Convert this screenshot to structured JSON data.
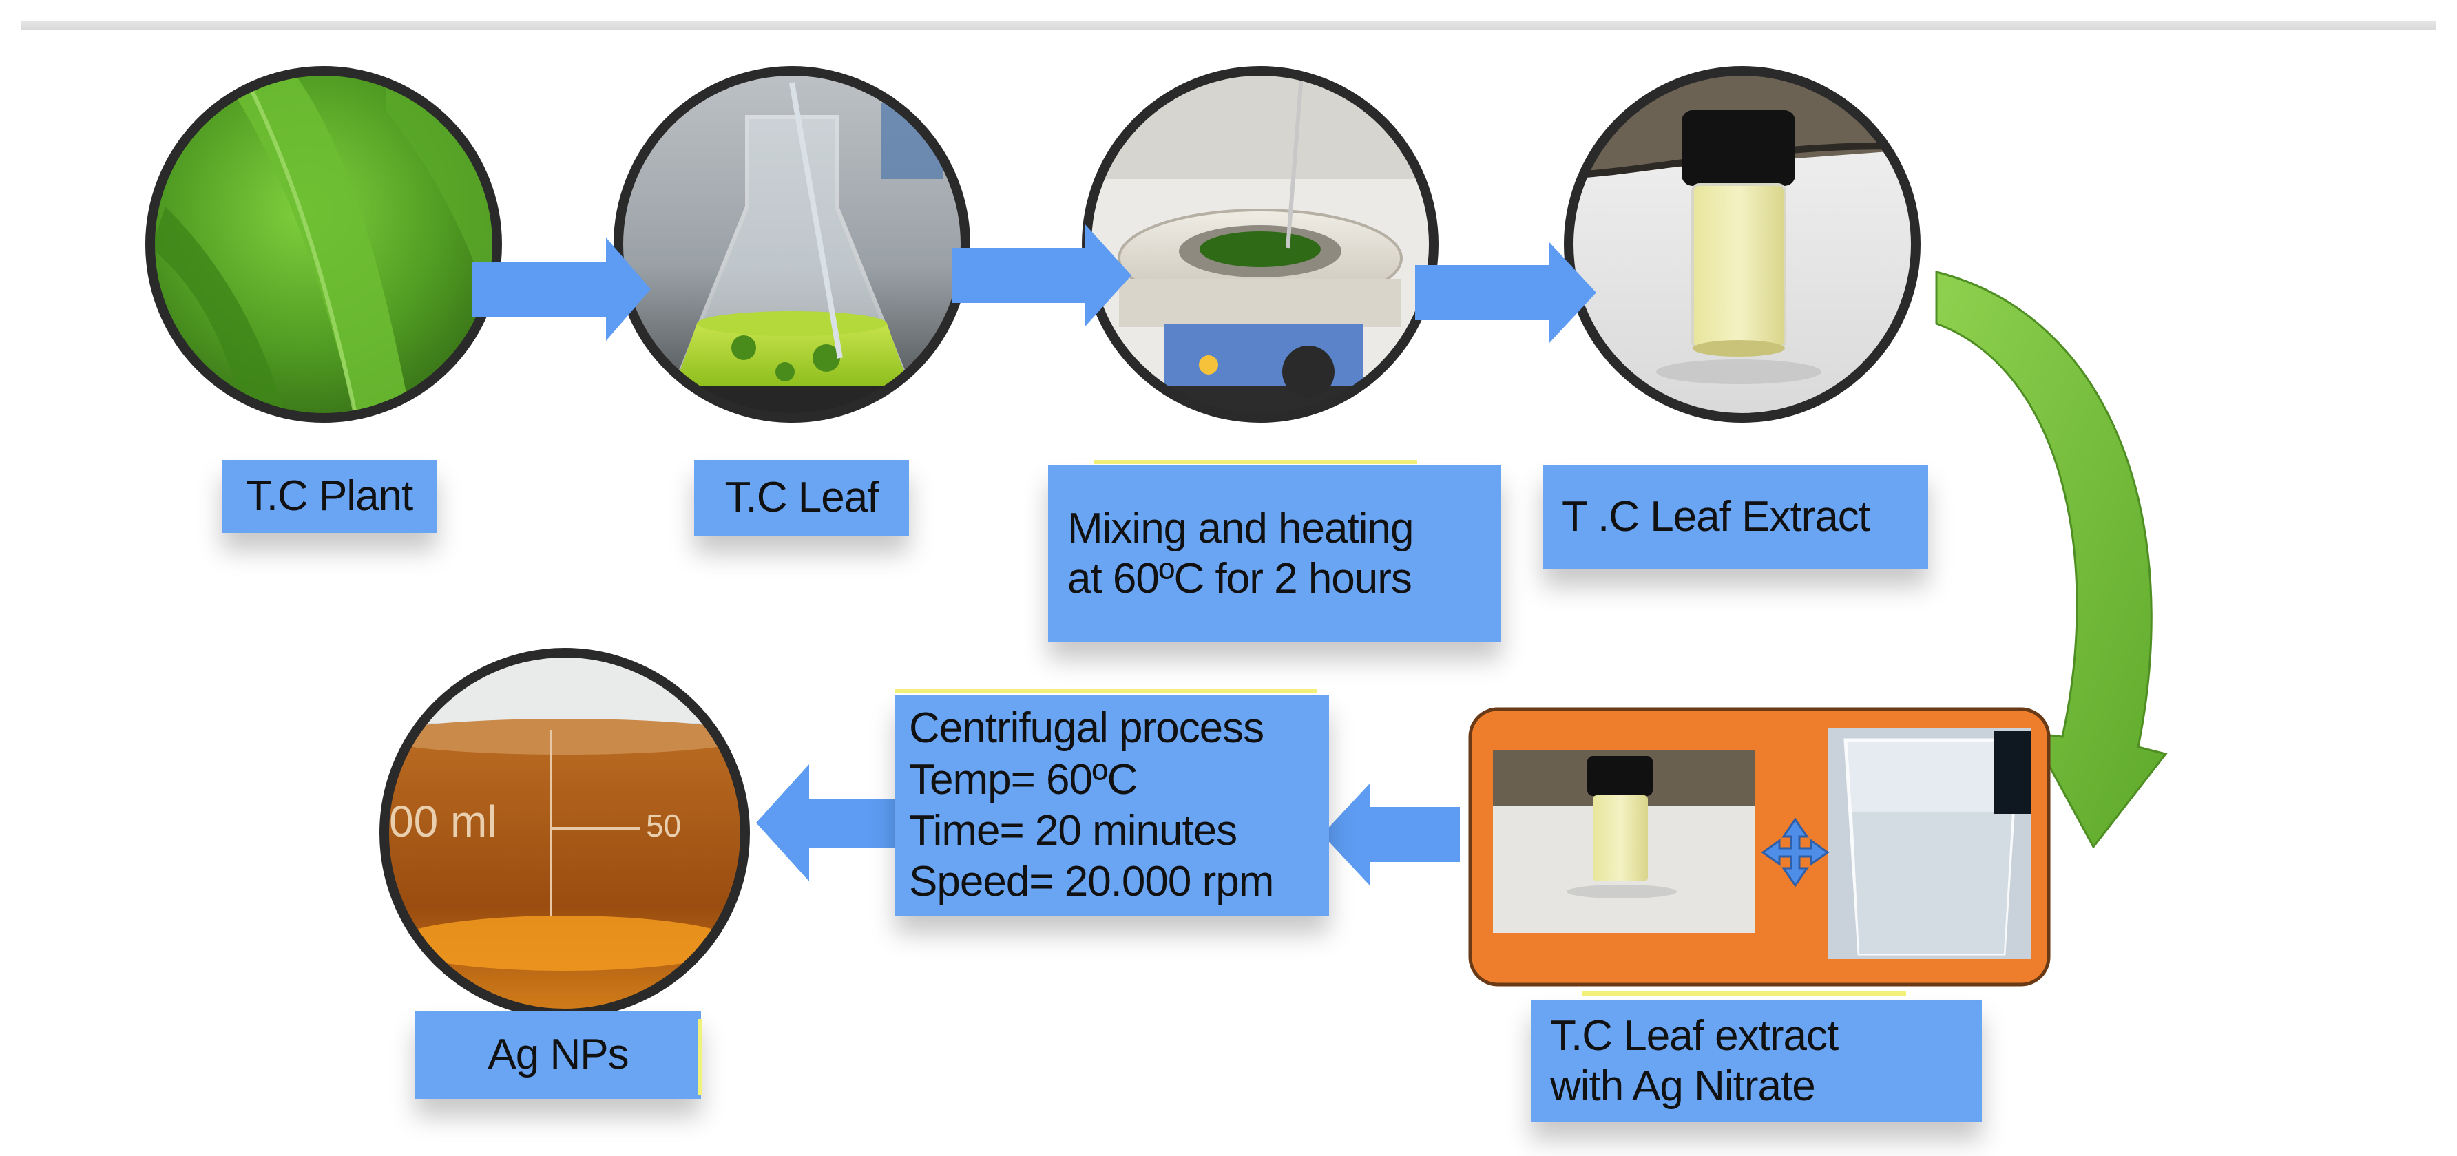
{
  "diagram": {
    "steps": {
      "plant": {
        "lines": [
          "T.C Plant"
        ]
      },
      "leaf": {
        "lines": [
          "T.C Leaf"
        ]
      },
      "mixing": {
        "lines": [
          "Mixing and heating",
          "at 60ºC for 2 hours"
        ]
      },
      "extract": {
        "lines": [
          "T .C Leaf Extract"
        ]
      },
      "nitrate": {
        "lines": [
          "T.C Leaf extract",
          "with Ag Nitrate"
        ]
      },
      "centrifuge": {
        "lines": [
          "Centrifugal process",
          "Temp= 60ºC",
          "Time= 20 minutes",
          "Speed= 20.000 rpm"
        ]
      },
      "agnps": {
        "lines": [
          "Ag NPs"
        ]
      }
    },
    "beaker_scale_labels": {
      "left": "00 ml",
      "right": "50"
    },
    "colors": {
      "label_fill": "#6aa5f4",
      "arrow_fill": "#5d9cf2",
      "curved_arrow": "#6dbb36",
      "orange_frame": "#ee7d2c",
      "circle_border": "#2a2a2a"
    },
    "icons": {
      "plus": "four-way-arrow-plus-icon"
    }
  }
}
